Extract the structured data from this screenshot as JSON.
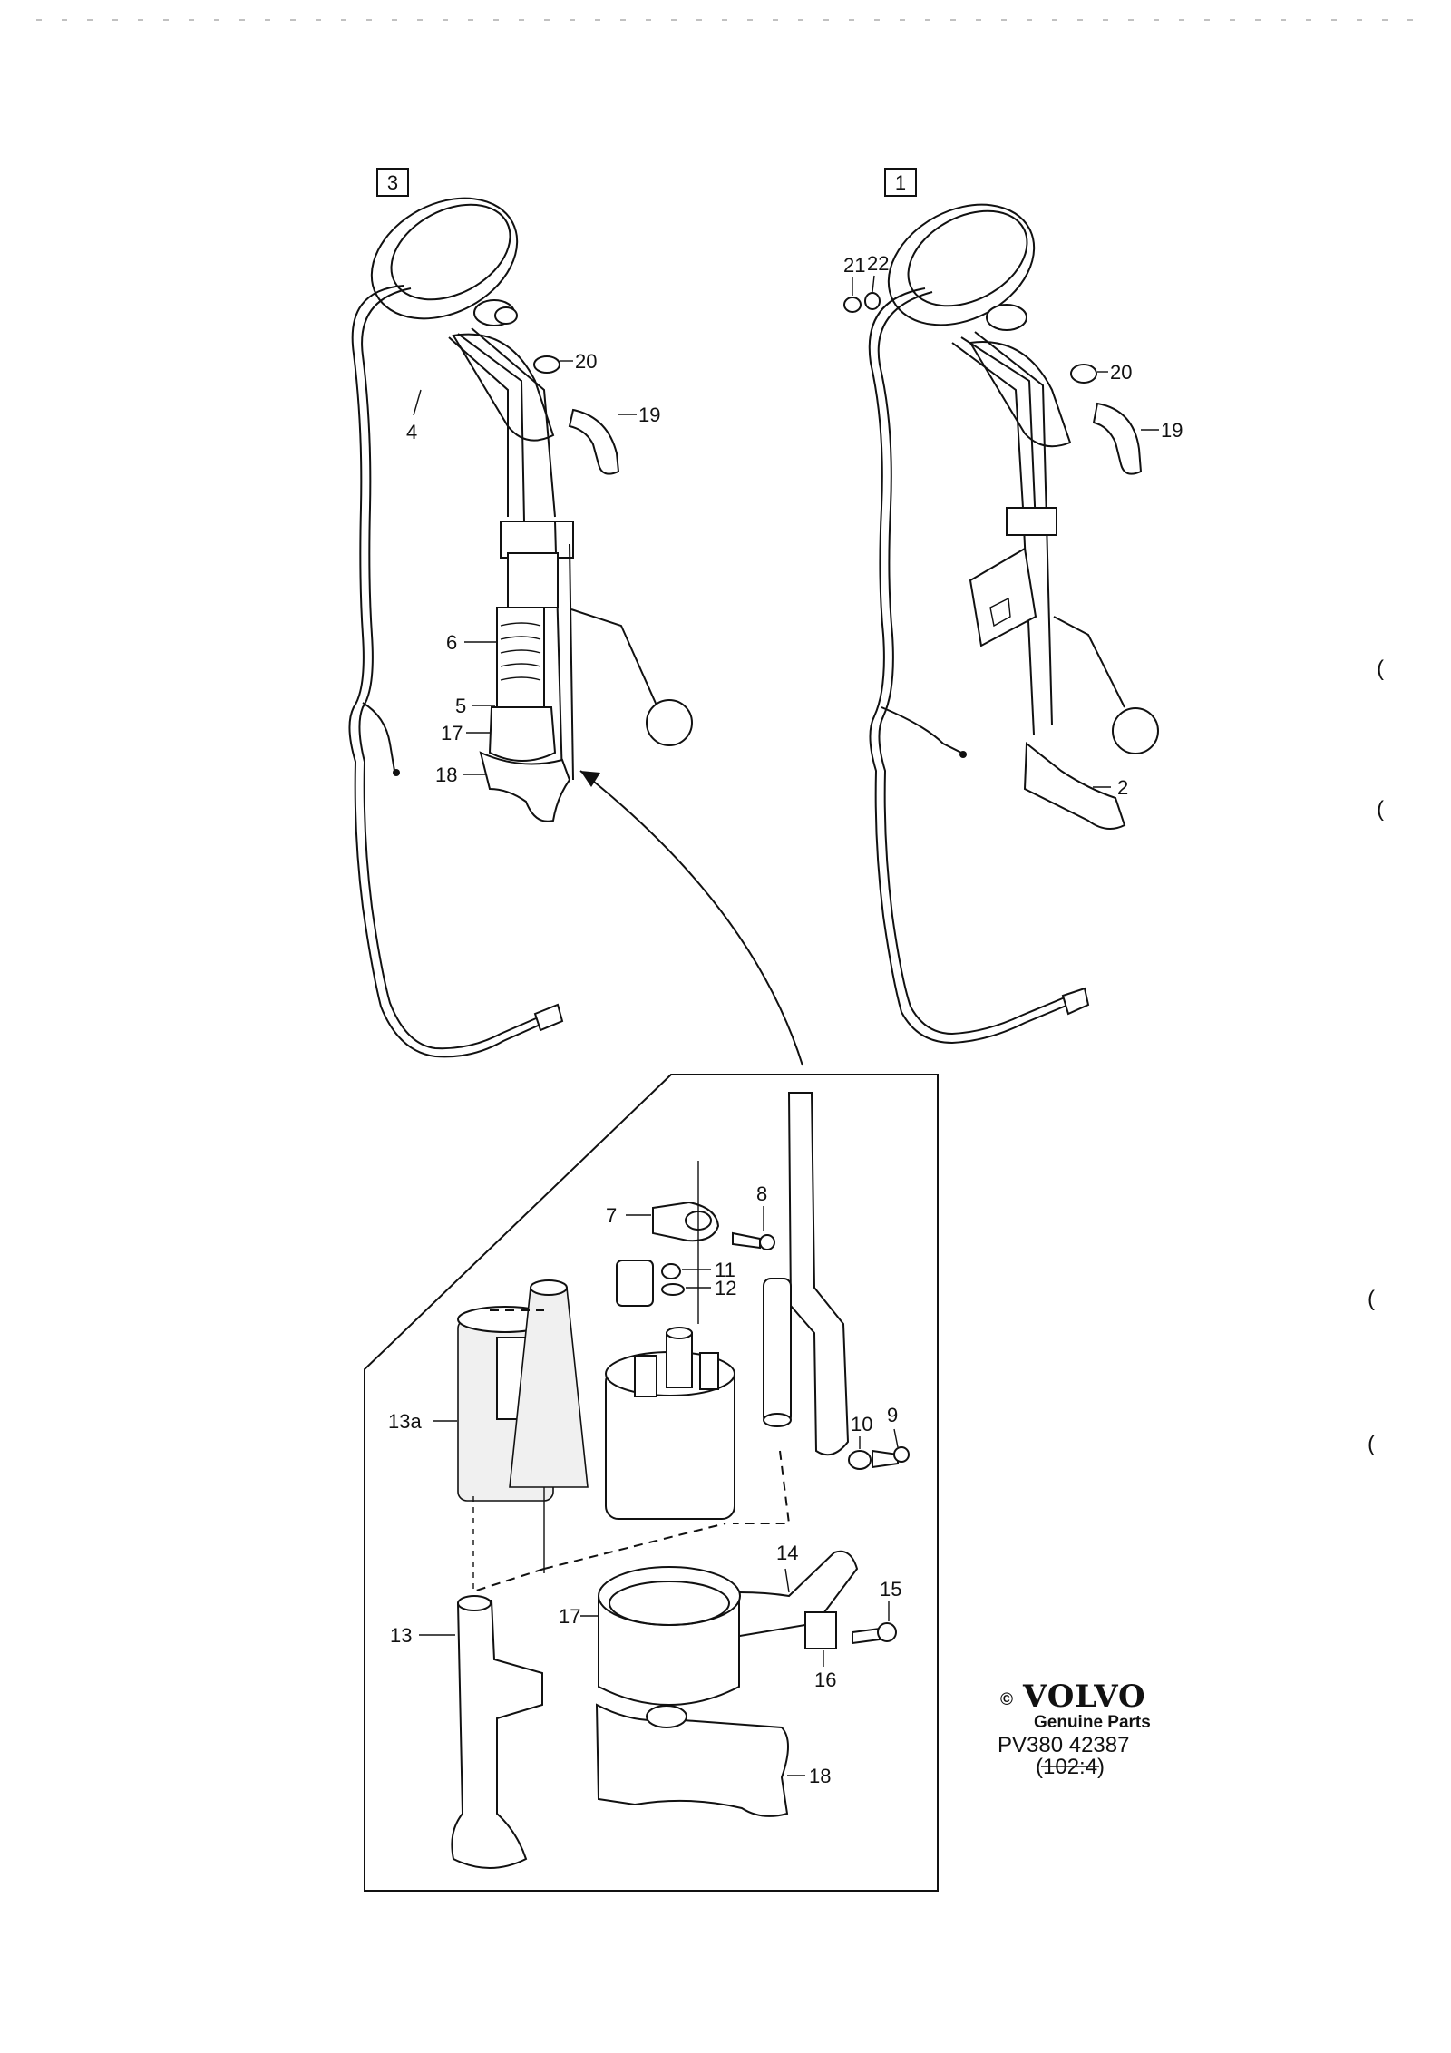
{
  "variants": {
    "left_box": "3",
    "right_box": "1"
  },
  "callouts": {
    "c21": "21",
    "c22": "22",
    "c20a": "20",
    "c19a": "19",
    "c4": "4",
    "c6": "6",
    "c5": "5",
    "c17a": "17",
    "c18a": "18",
    "c20b": "20",
    "c19b": "19",
    "c2": "2",
    "c7": "7",
    "c8": "8",
    "c11": "11",
    "c12": "12",
    "c13a": "13a",
    "c10": "10",
    "c9": "9",
    "c14": "14",
    "c17b": "17",
    "c15": "15",
    "c13": "13",
    "c16": "16",
    "c18b": "18"
  },
  "brand": {
    "copyright": "©",
    "name": "VOLVO",
    "tagline": "Genuine Parts",
    "ref": "PV380 42387",
    "sub": "(102:4)"
  },
  "margin_marks": [
    "(",
    "(",
    "(",
    "("
  ]
}
